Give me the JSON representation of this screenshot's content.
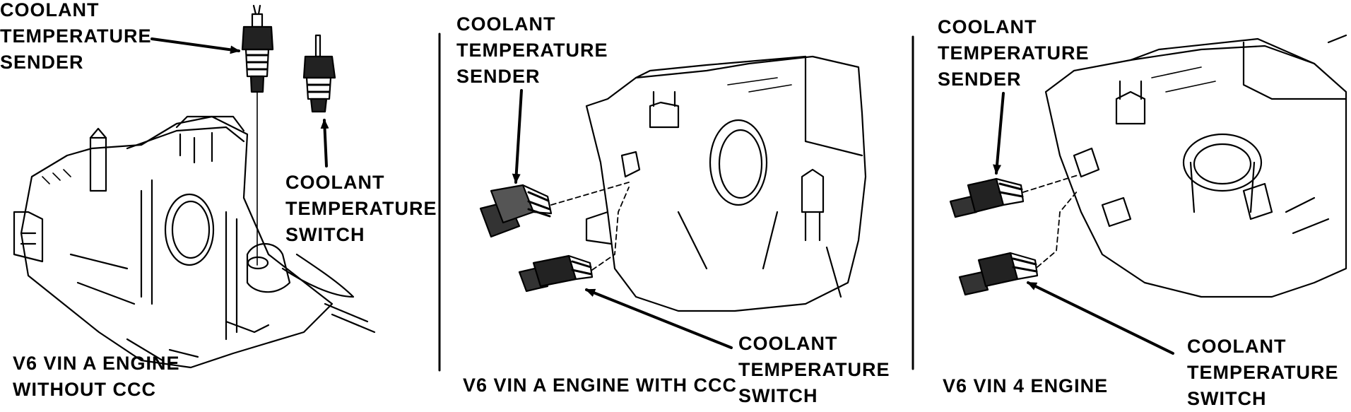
{
  "panels": [
    {
      "sender_label": [
        "COOLANT",
        "TEMPERATURE",
        "SENDER"
      ],
      "switch_label": [
        "COOLANT",
        "TEMPERATURE",
        "SWITCH"
      ],
      "caption": [
        "V6 VIN A ENGINE",
        "WITHOUT CCC"
      ]
    },
    {
      "sender_label": [
        "COOLANT",
        "TEMPERATURE",
        "SENDER"
      ],
      "switch_label": [
        "COOLANT",
        "TEMPERATURE",
        "SWITCH"
      ],
      "caption": [
        "V6 VIN  A ENGINE WITH CCC"
      ]
    },
    {
      "sender_label": [
        "COOLANT",
        "TEMPERATURE",
        "SENDER"
      ],
      "switch_label": [
        "COOLANT",
        "TEMPERATURE",
        "SWITCH"
      ],
      "caption": [
        "V6 VIN 4 ENGINE"
      ]
    }
  ]
}
